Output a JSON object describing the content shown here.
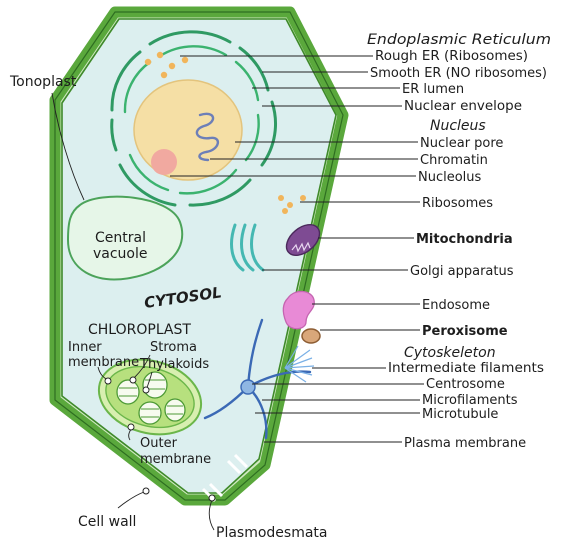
{
  "colors": {
    "cell_wall": "#5aa83c",
    "plasma_membrane": "#3f8a2a",
    "cytosol": "#dcefef",
    "nucleus": "#f5dfa5",
    "nucleolus": "#f1a9a0",
    "er": "#2f9a63",
    "vacuole": "#e6f6e8",
    "chloroplast": "#b7e07e",
    "mitochondria": "#7e4b93",
    "golgi": "#45b8b2",
    "endosome": "#e88ad6",
    "peroxisome": "#d9a77a",
    "ribosome": "#f1b55b",
    "cytoskeleton": "#3b69b5",
    "intermediate_filaments": "#7ab0e6"
  },
  "labels": {
    "endoplasmic_reticulum": "Endoplasmic Reticulum",
    "rough_er": "Rough ER (Ribosomes)",
    "smooth_er": "Smooth ER (NO ribosomes)",
    "er_lumen": "ER lumen",
    "nuclear_envelope": "Nuclear envelope",
    "nucleus": "Nucleus",
    "nuclear_pore": "Nuclear pore",
    "chromatin": "Chromatin",
    "nucleolus": "Nucleolus",
    "ribosomes": "Ribosomes",
    "mitochondria": "Mitochondria",
    "golgi_apparatus": "Golgi apparatus",
    "endosome": "Endosome",
    "peroxisome": "Peroxisome",
    "cytoskeleton": "Cytoskeleton",
    "intermediate_filaments": "Intermediate filaments",
    "centrosome": "Centrosome",
    "microfilaments": "Microfilaments",
    "microtubule": "Microtubule",
    "plasma_membrane": "Plasma membrane",
    "tonoplast": "Tonoplast",
    "central_vacuole_1": "Central",
    "central_vacuole_2": "vacuole",
    "cytosol": "CYTOSOL",
    "chloroplast": "CHLOROPLAST",
    "inner_membrane_1": "Inner",
    "inner_membrane_2": "membrane",
    "stroma": "Stroma",
    "thylakoids": "Thylakoids",
    "outer_membrane_1": "Outer",
    "outer_membrane_2": "membrane",
    "cell_wall": "Cell wall",
    "plasmodesmata": "Plasmodesmata"
  }
}
